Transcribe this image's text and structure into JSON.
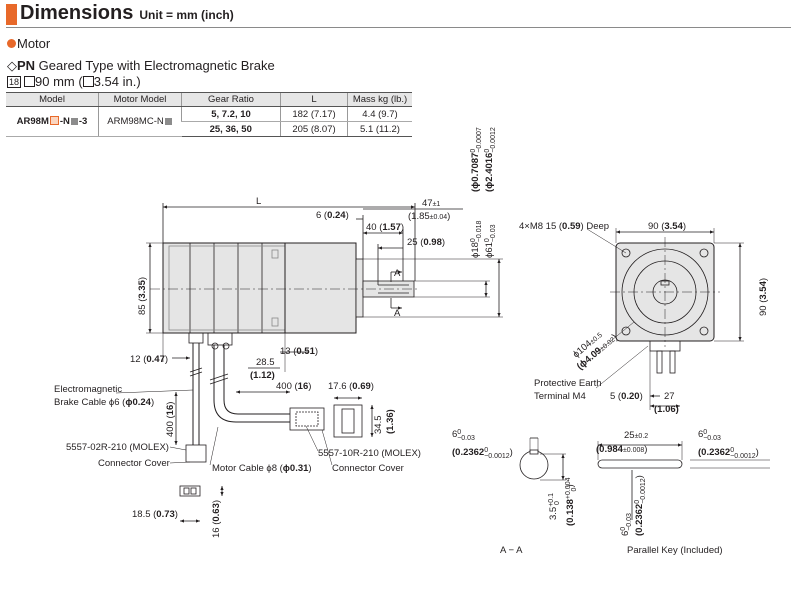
{
  "header": {
    "title": "Dimensions",
    "unit": "Unit = mm (inch)"
  },
  "section": {
    "title": "Motor",
    "subtitle_prefix": "PN",
    "subtitle_rest": " Geared Type with Electromagnetic Brake",
    "size_mark": "18",
    "size_text": "90 mm (",
    "size_text2": "3.54 in.)"
  },
  "table": {
    "headers": [
      "Model",
      "Motor Model",
      "Gear Ratio",
      "L",
      "Mass kg (lb.)"
    ],
    "model_prefix": "AR98M",
    "model_mid": "-N",
    "model_suffix": "-3",
    "motor_model_text": "ARM98MC-N",
    "rows": [
      {
        "gear_ratio": "5, 7.2, 10",
        "l": "182 (7.17)",
        "mass": "4.4 (9.7)"
      },
      {
        "gear_ratio": "25, 36, 50",
        "l": "205 (8.07)",
        "mass": "5.1 (11.2)"
      }
    ]
  },
  "dims": {
    "L": "L",
    "d47": "47",
    "d47_tol": "±1",
    "d47_in": "(1.85",
    "d47_in_tol": "±0.04",
    "d47_in_close": ")",
    "d6": "6 (",
    "d6_in": "0.24",
    "d6_close": ")",
    "d40": "40 (",
    "d40_in": "1.57",
    "d40_close": ")",
    "d25": "25 (",
    "d25_in": "0.98",
    "d25_close": ")",
    "phi18": "ϕ18",
    "phi18_tol": "−0.018",
    "phi18_tol0": "0",
    "phi18_in": "(ϕ0.7087",
    "phi18_in_tol": "−0.0007",
    "phi18_in_tol0": "0",
    "phi61": "ϕ61",
    "phi61_tol": "−0.03",
    "phi61_tol0": "0",
    "phi61_in": "(ϕ2.4016",
    "phi61_in_tol": "−0.0012",
    "phi61_in_tol0": "0",
    "d85": "85 (",
    "d85_in": "3.35",
    "d85_close": ")",
    "d12": "12 (",
    "d12_in": "0.47",
    "d12_close": ")",
    "d28": "28.5",
    "d28_in": "(1.12)",
    "d13": "13 (",
    "d13_in": "0.51",
    "d13_close": ")",
    "d400a": "400 (",
    "d400a_in": "16",
    "d400a_close": ")",
    "d400b": "400 (",
    "d400b_in": "16",
    "d400b_close": ")",
    "d17": "17.6 (",
    "d17_in": "0.69",
    "d17_close": ")",
    "d34": "34.5",
    "d34_in": "(1.36)",
    "d18": "18.5 (",
    "d18_in": "0.73",
    "d18_close": ")",
    "d16": "16 (",
    "d16_in": "0.63",
    "d16_close": ")",
    "label_A": "A",
    "m8": "4×M8 15 (",
    "m8_in": "0.59",
    "m8_close": ") Deep",
    "d90t": "90 (",
    "d90t_in": "3.54",
    "d90t_close": ")",
    "d90r": "90 (",
    "d90r_in": "3.54",
    "d90r_close": ")",
    "phi104": "ϕ104",
    "phi104_tol": "±0.5",
    "phi104_in": "(ϕ4.09",
    "phi104_in_tol": "±0.02",
    "phi104_in_close": ")",
    "d5": "5 (",
    "d5_in": "0.20",
    "d5_close": ")",
    "d27": "27",
    "d27_in": "(1.06)",
    "sec6": "6",
    "sec6_tol": "−0.03",
    "sec6_tol0": "0",
    "sec6_in": "(0.2362",
    "sec6_in_tol": "−0.0012",
    "sec6_in_tol0": "0",
    "sec6_close": ")",
    "d35": "3.5",
    "d35_tol": "+0.1",
    "d35_tol0": "0",
    "d35_in": "(0.138",
    "d35_in_tol": "+0.004",
    "d35_in_tol0": "0",
    "d35_close": ")",
    "key25": "25",
    "key25_tol": "±0.2",
    "key25_in": "(0.984",
    "key25_in_tol": "±0.008",
    "key25_close": ")",
    "key6": "6",
    "key6_tol": "−0.03",
    "key6_tol0": "0",
    "key6_in": "(0.2362",
    "key6_in_tol": "−0.0012",
    "key6_in_tol0": "0",
    "key6_close": ")",
    "key6v": "6",
    "key6v_tol": "−0.03",
    "key6v_tol0": "0",
    "key6v_in": "(0.2362",
    "key6v_in_tol": "−0.0012",
    "key6v_in_tol0": "0",
    "key6v_close": ")"
  },
  "labels": {
    "brake_cable_1": "Electromagnetic",
    "brake_cable_2": "Brake Cable ϕ6 (",
    "brake_cable_in": "ϕ0.24",
    "brake_cable_close": ")",
    "molex1": "5557-02R-210 (MOLEX)",
    "connector_cover_1": "Connector Cover",
    "motor_cable": "Motor Cable ϕ8 (",
    "motor_cable_in": "ϕ0.31",
    "motor_cable_close": ")",
    "molex2": "5557-10R-210 (MOLEX)",
    "connector_cover_2": "Connector Cover",
    "protective_earth_1": "Protective Earth",
    "protective_earth_2": "Terminal M4",
    "section_aa": "A − A",
    "parallel_key": "Parallel Key (Included)"
  },
  "colors": {
    "accent": "#e8692a",
    "header_cell": "#e6e6e6",
    "motor_body": "#e5e5e5",
    "ink": "#231f20"
  }
}
